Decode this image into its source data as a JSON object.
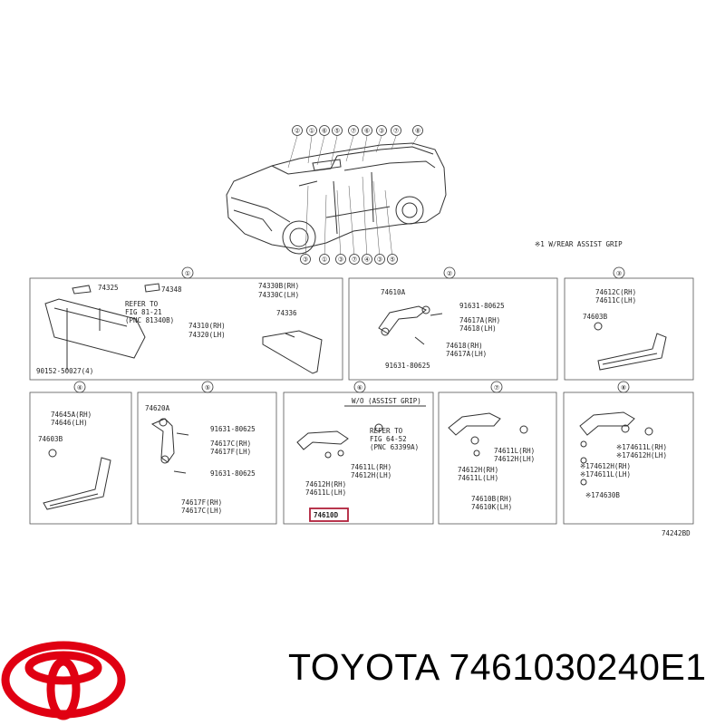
{
  "note_top": "※1 W/REAR ASSIST GRIP",
  "figure_code": "74242BD",
  "brand": "TOYOTA",
  "part_number": "7461030240E1",
  "colors": {
    "highlight": "#b0203a",
    "logo": "#e00012"
  },
  "car_callouts_top": [
    "②",
    "①",
    "⑥",
    "⑤",
    "⑦",
    "⑥",
    "③",
    "⑦",
    "⑧"
  ],
  "car_callouts_bottom": [
    "③",
    "①",
    "③",
    "⑦",
    "④",
    "③",
    "⑤"
  ],
  "panels": [
    {
      "num": "①",
      "labels": [
        "74325",
        "74348",
        "REFER TO",
        "FIG 81-21",
        "(PNC 81340B)",
        "74310(RH)",
        "74320(LH)",
        "90152-50027(4)",
        "74330B(RH)",
        "74330C(LH)",
        "74336"
      ]
    },
    {
      "num": "②",
      "labels": [
        "74610A",
        "91631-80625",
        "74617A(RH)",
        "74618(LH)",
        "74618(RH)",
        "74617A(LH)",
        "91631-80625"
      ]
    },
    {
      "num": "③",
      "labels": [
        "74612C(RH)",
        "74611C(LH)",
        "74603B"
      ]
    },
    {
      "num": "④",
      "labels": [
        "74645A(RH)",
        "74646(LH)",
        "74603B"
      ]
    },
    {
      "num": "⑤",
      "labels": [
        "74620A",
        "91631-80625",
        "74617C(RH)",
        "74617F(LH)",
        "91631-80625",
        "74617F(RH)",
        "74617C(LH)"
      ]
    },
    {
      "num": "⑥",
      "header": "W/O (ASSIST GRIP)",
      "labels": [
        "REFER TO",
        "FIG 64-52",
        "(PNC 63399A)",
        "74611L(RH)",
        "74612H(LH)",
        "74612H(RH)",
        "74611L(LH)"
      ],
      "highlight": "74610D"
    },
    {
      "num": "⑦",
      "labels": [
        "74611L(RH)",
        "74612H(LH)",
        "74612H(RH)",
        "74611L(LH)",
        "74610B(RH)",
        "74610K(LH)"
      ]
    },
    {
      "num": "⑧",
      "labels": [
        "※174611L(RH)",
        "※174612H(LH)",
        "※174612H(RH)",
        "※174611L(LH)",
        "※174630B"
      ]
    }
  ]
}
